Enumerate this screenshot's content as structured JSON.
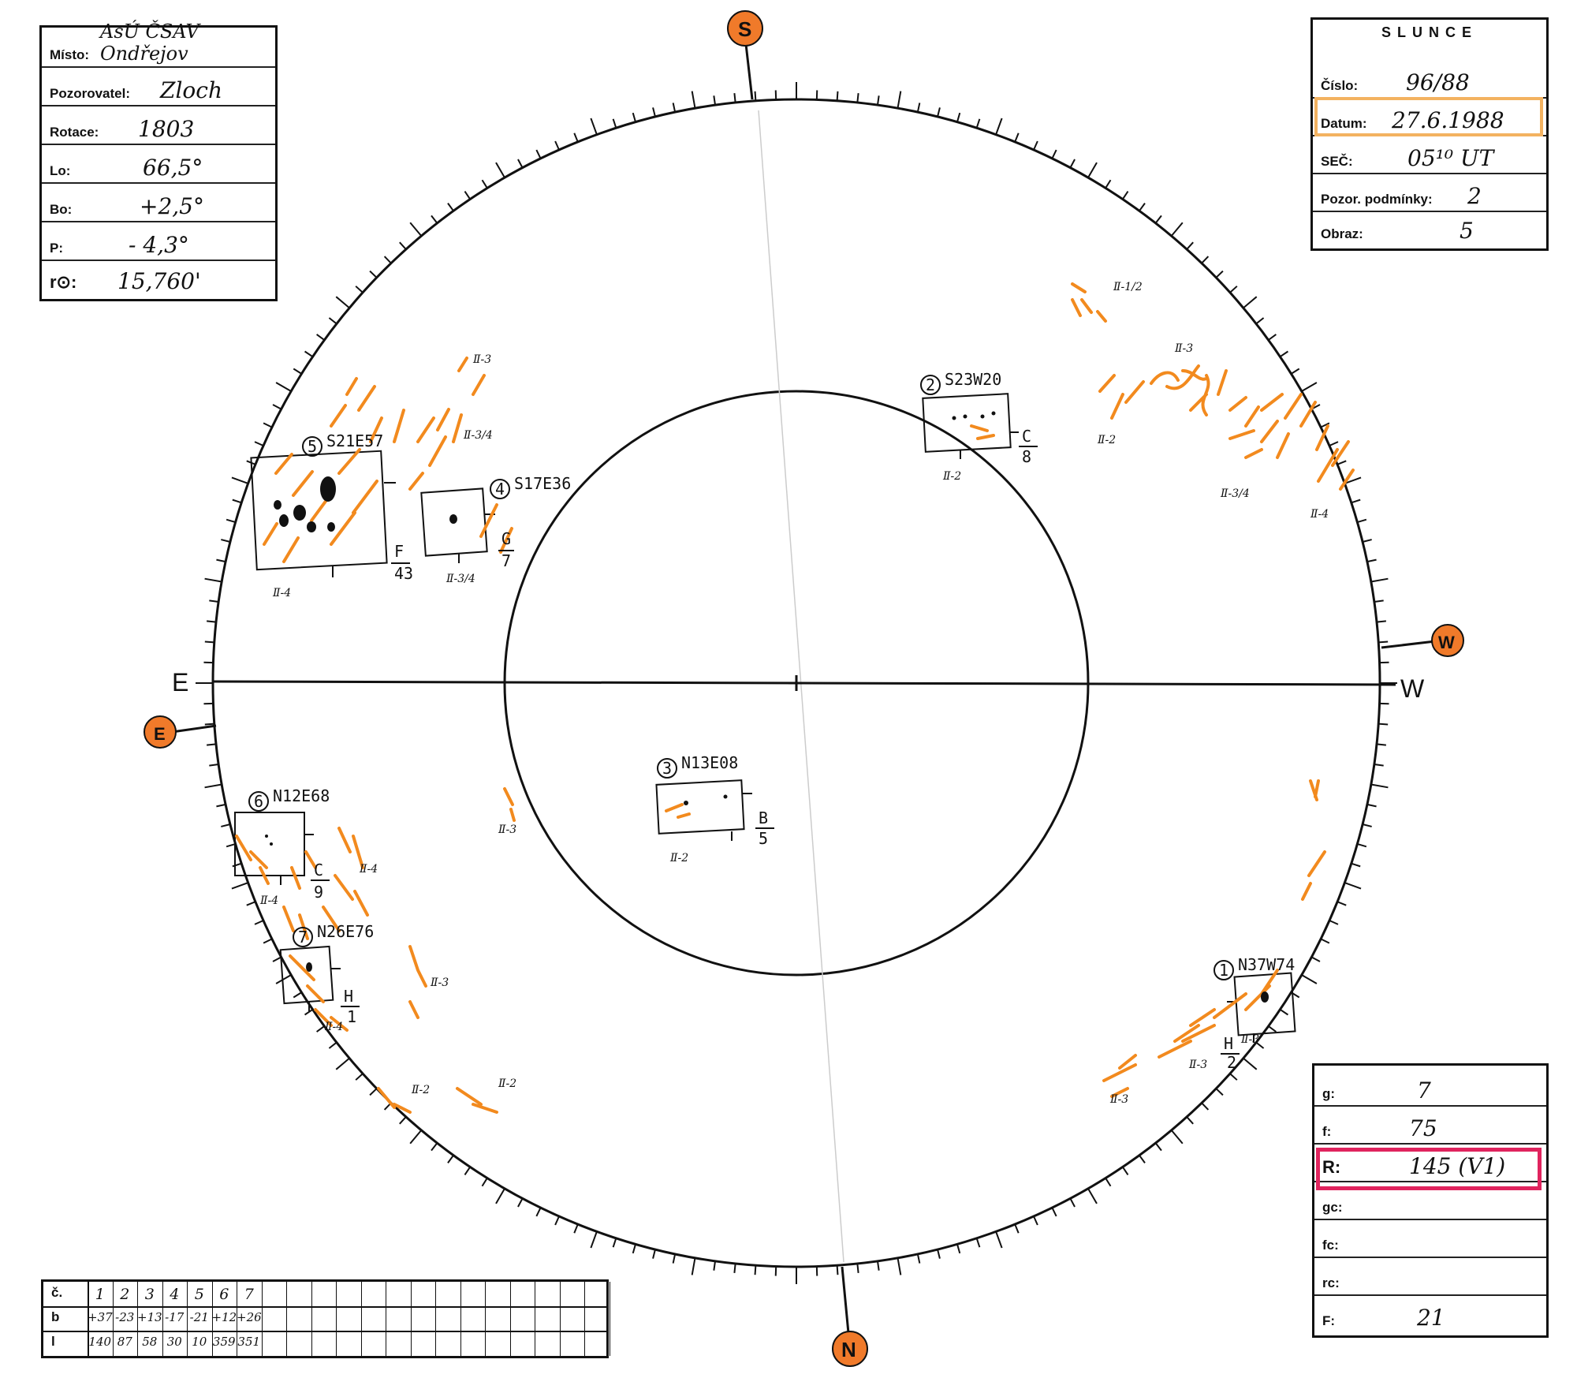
{
  "left_box": {
    "misto": {
      "label": "Místo:",
      "value": "AsÚ ČSAV Ondřejov"
    },
    "pozorovatel": {
      "label": "Pozorovatel:",
      "value": "Zloch"
    },
    "rotace": {
      "label": "Rotace:",
      "value": "1803"
    },
    "lo": {
      "label": "Lo:",
      "value": "66,5°"
    },
    "bo": {
      "label": "Bo:",
      "value": "+2,5°"
    },
    "p": {
      "label": "P:",
      "value": "- 4,3°"
    },
    "ro": {
      "label": "r⊙:",
      "value": "15,760'"
    }
  },
  "right_box": {
    "title": "SLUNCE",
    "cislo": {
      "label": "Číslo:",
      "value": "96/88"
    },
    "datum": {
      "label": "Datum:",
      "value": "27.6.1988"
    },
    "sec": {
      "label": "SEČ:",
      "value": "05¹⁰ UT"
    },
    "pozor": {
      "label": "Pozor. podmínky:",
      "value": "2"
    },
    "obraz": {
      "label": "Obraz:",
      "value": "5"
    }
  },
  "stats_box": {
    "g": {
      "label": "g:",
      "value": "7"
    },
    "f": {
      "label": "f:",
      "value": "75"
    },
    "r": {
      "label": "R:",
      "value": "145 (V1)"
    },
    "gc": {
      "label": "gc:",
      "value": ""
    },
    "fc": {
      "label": "fc:",
      "value": ""
    },
    "rc": {
      "label": "rc:",
      "value": ""
    },
    "F": {
      "label": "F:",
      "value": "21"
    }
  },
  "compass": {
    "S": "S",
    "N": "N",
    "E": "E",
    "W": "W",
    "E_plain": "E",
    "W_plain": "W"
  },
  "groups": [
    {
      "id": "5",
      "coord": "S21E57",
      "cls": "F",
      "area": "43",
      "extra": "Ⅱ-4"
    },
    {
      "id": "4",
      "coord": "S17E36",
      "cls": "G",
      "area": "7",
      "extra": "Ⅱ-3/4"
    },
    {
      "id": "2",
      "coord": "S23W20",
      "cls": "C",
      "area": "8",
      "extra": "Ⅱ-2"
    },
    {
      "id": "3",
      "coord": "N13E08",
      "cls": "B",
      "area": "5",
      "extra": "Ⅱ-2"
    },
    {
      "id": "6",
      "coord": "N12E68",
      "cls": "C",
      "area": "9",
      "extra": "Ⅱ-4"
    },
    {
      "id": "7",
      "coord": "N26E76",
      "cls": "H",
      "area": "1",
      "extra": "Ⅱ-4"
    },
    {
      "id": "1",
      "coord": "N37W74",
      "cls": "H",
      "area": "2",
      "extra": "Ⅱ-3"
    }
  ],
  "faculae_labels": [
    "Ⅱ-3",
    "Ⅱ-3/4",
    "Ⅱ-1/2",
    "Ⅱ-3",
    "Ⅱ-2",
    "Ⅱ-3/4",
    "Ⅱ-4",
    "Ⅱ-3",
    "Ⅱ-4",
    "Ⅱ-3",
    "Ⅱ-2",
    "Ⅱ-2",
    "Ⅱ-3",
    "Ⅱ-3"
  ],
  "table": {
    "row_labels": [
      "č.",
      "b",
      "l"
    ],
    "numbers": [
      "1",
      "2",
      "3",
      "4",
      "5",
      "6",
      "7"
    ],
    "b": [
      "+37",
      "-23",
      "+13",
      "-17",
      "-21",
      "+12",
      "+26"
    ],
    "l": [
      "140",
      "87",
      "58",
      "30",
      "10",
      "359",
      "351"
    ]
  },
  "colors": {
    "facula": "#f28a1e",
    "marker": "#f07a2a",
    "highlight_orange": "#f3b260",
    "highlight_red": "#e0245e"
  }
}
